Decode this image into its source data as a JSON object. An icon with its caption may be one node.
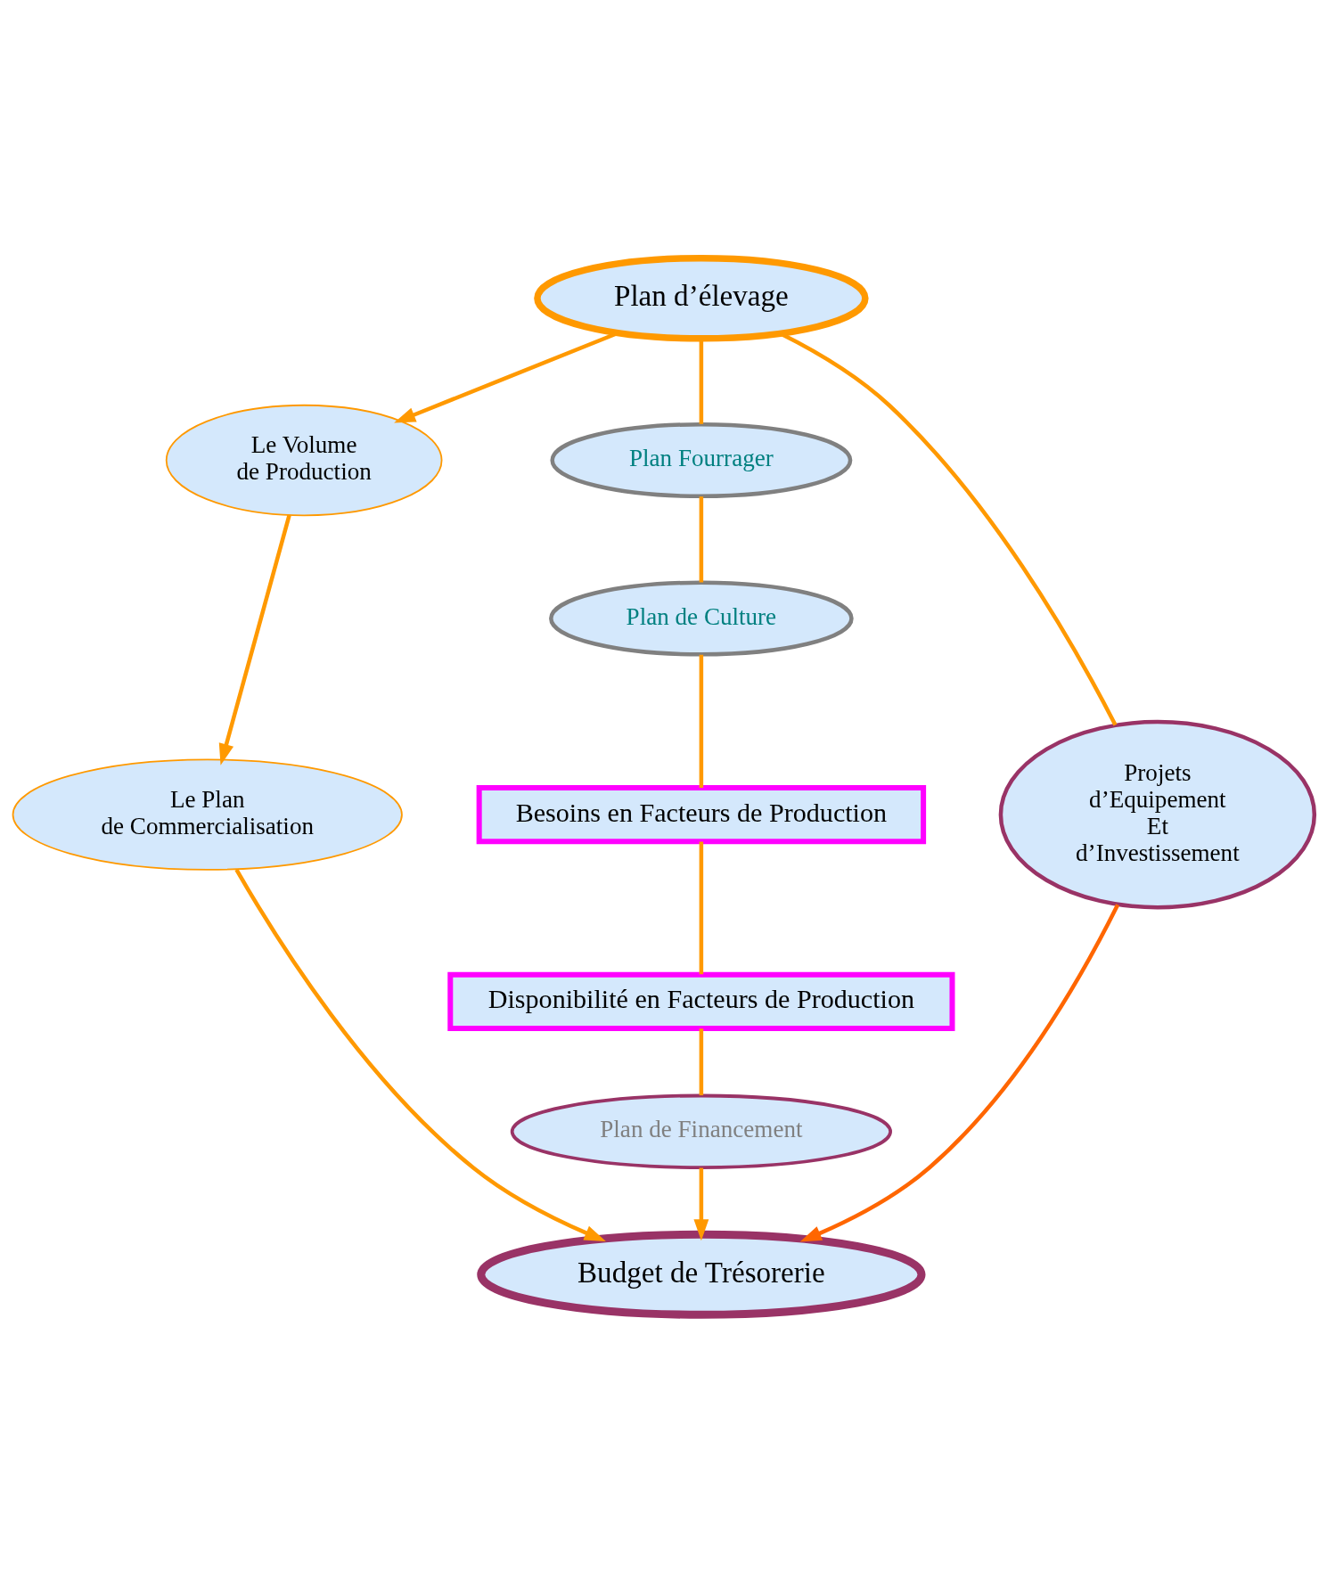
{
  "diagram": {
    "nodes": [
      {
        "text": [
          "Plan d’élevage"
        ]
      },
      {
        "text": [
          "Le Volume de Production"
        ]
      },
      {
        "text": [
          "Plan Fourrager"
        ]
      },
      {
        "text": [
          "Plan de Culture"
        ]
      },
      {
        "text": [
          "Projets d’Equipement Et d’Investissement"
        ]
      },
      {
        "text": [
          "Le Plan de Commercialisation"
        ]
      },
      {
        "text": [
          "Besoins en Facteurs de Production"
        ]
      },
      {
        "text": [
          "Disponibilité en Facteurs de Production"
        ]
      },
      {
        "text": [
          "Plan de Financement"
        ]
      },
      {
        "text": [
          "Budget de Trésorerie"
        ]
      }
    ],
    "edges": [
      {
        "from": 0,
        "to": 1,
        "arrow": "to"
      },
      {
        "from": 0,
        "to": 2,
        "arrow": "none"
      },
      {
        "from": 0,
        "to": 4,
        "arrow": "none"
      },
      {
        "from": 1,
        "to": 5,
        "arrow": "to"
      },
      {
        "from": 2,
        "to": 3,
        "arrow": "none"
      },
      {
        "from": 3,
        "to": 6,
        "arrow": "none"
      },
      {
        "from": 6,
        "to": 7,
        "arrow": "none"
      },
      {
        "from": 7,
        "to": 8,
        "arrow": "none"
      },
      {
        "from": 8,
        "to": 9,
        "arrow": "to"
      },
      {
        "from": 5,
        "to": 9,
        "arrow": "to"
      },
      {
        "from": 4,
        "to": 9,
        "arrow": "to",
        "color": "#ff6600"
      }
    ]
  }
}
